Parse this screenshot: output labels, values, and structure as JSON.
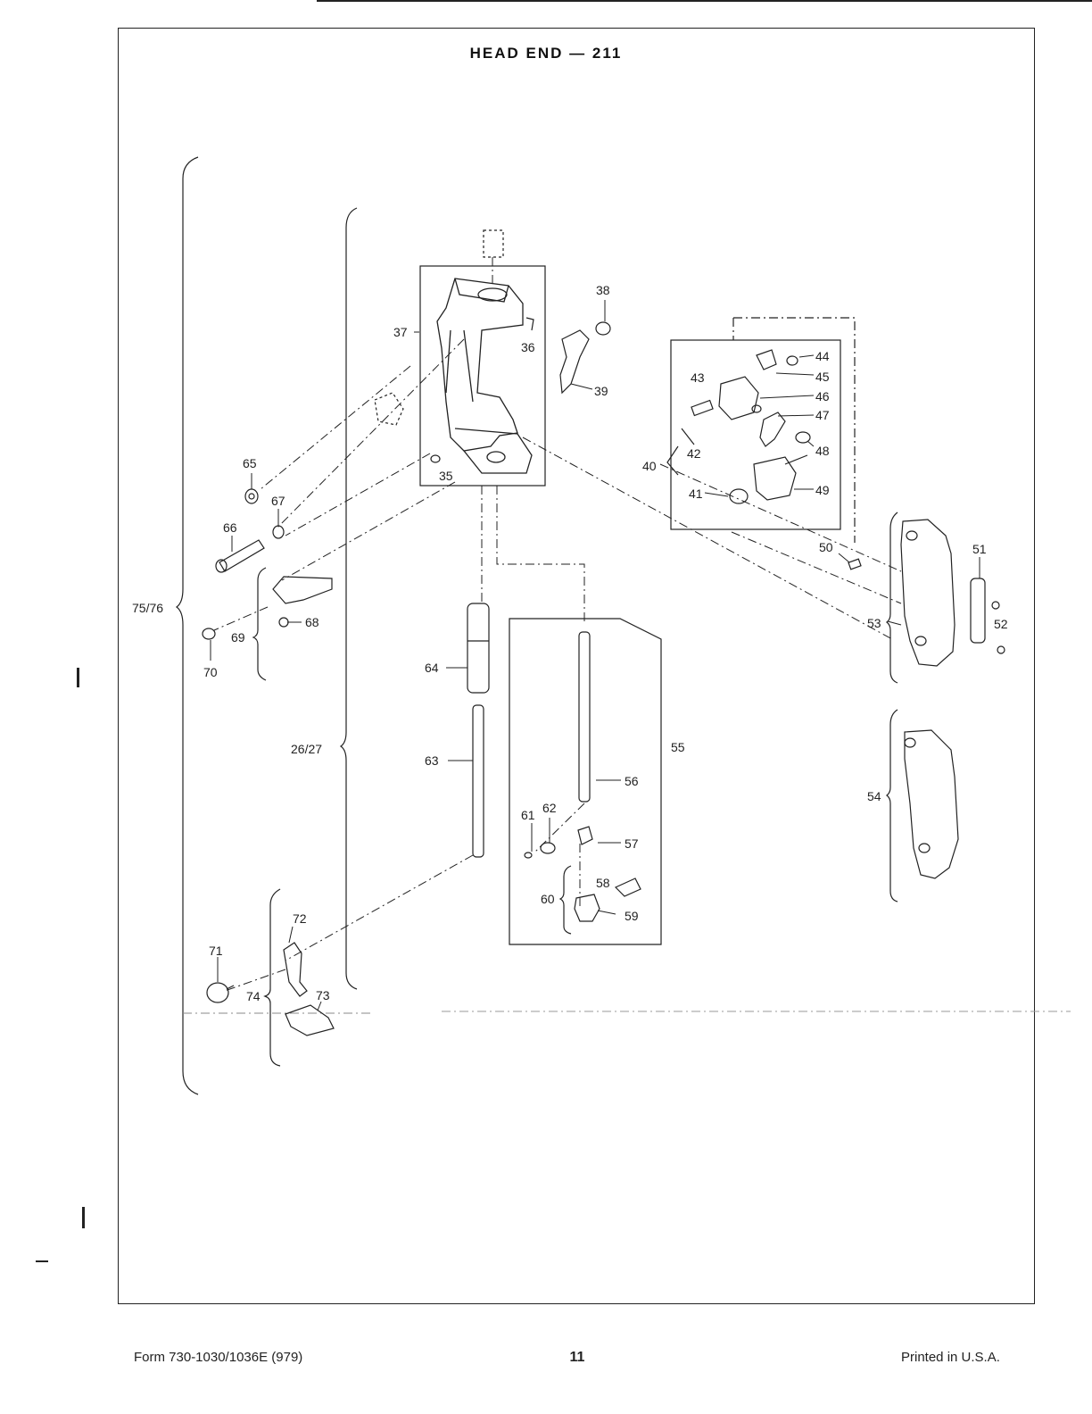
{
  "page": {
    "title": "HEAD END — 211",
    "footer": {
      "form_number": "Form 730-1030/1036E (979)",
      "page_number": "11",
      "printed": "Printed in U.S.A."
    }
  },
  "callouts": {
    "c26_27": "26/27",
    "c35": "35",
    "c36": "36",
    "c37": "37",
    "c38": "38",
    "c39": "39",
    "c40": "40",
    "c41": "41",
    "c42": "42",
    "c43": "43",
    "c44": "44",
    "c45": "45",
    "c46": "46",
    "c47": "47",
    "c48": "48",
    "c49": "49",
    "c50": "50",
    "c51": "51",
    "c52": "52",
    "c53": "53",
    "c54": "54",
    "c55": "55",
    "c56": "56",
    "c57": "57",
    "c58": "58",
    "c59": "59",
    "c60": "60",
    "c61": "61",
    "c62": "62",
    "c63": "63",
    "c64": "64",
    "c65": "65",
    "c66": "66",
    "c67": "67",
    "c68": "68",
    "c69": "69",
    "c70": "70",
    "c71": "71",
    "c72": "72",
    "c73": "73",
    "c74": "74",
    "c75_76": "75/76"
  },
  "colors": {
    "ink": "#222222",
    "paper": "#ffffff"
  }
}
